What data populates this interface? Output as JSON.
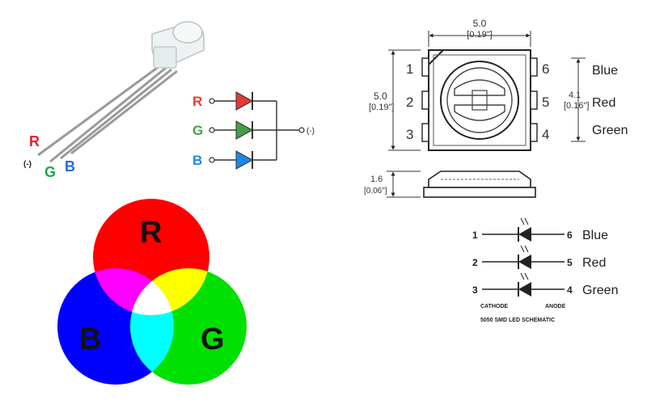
{
  "led_legs": {
    "r": "R",
    "neg": "(-)",
    "g": "G",
    "b": "B",
    "colors": {
      "red": "#e8202a",
      "green": "#1fa84a",
      "blue": "#1f6fd6"
    }
  },
  "diode_schematic": {
    "r": "R",
    "g": "G",
    "b": "B",
    "neg": "(-)",
    "colors": {
      "red": "#e53935",
      "green": "#43a047",
      "blue": "#1e88e5"
    }
  },
  "venn": {
    "r": "R",
    "b": "B",
    "g": "G",
    "colors": {
      "red": "#ff0000",
      "green": "#00e000",
      "blue": "#0000ff",
      "magenta": "#ff00ff",
      "yellow": "#ffff00",
      "cyan": "#00ffff",
      "white": "#ffffff"
    }
  },
  "smd_package": {
    "width_dim": "5.0",
    "width_in": "[0.19\"]",
    "height_dim": "5.0",
    "height_in": "[0.19\"]",
    "pad_dim": "4.1",
    "pad_in": "[0.16\"]",
    "thick_dim": "1.6",
    "thick_in": "[0.06\"]",
    "pins_left": [
      "1",
      "2",
      "3"
    ],
    "pins_right": [
      "6",
      "5",
      "4"
    ],
    "labels": [
      "Blue",
      "Red",
      "Green"
    ]
  },
  "smd_schematic": {
    "rows": [
      {
        "left": "1",
        "right": "6",
        "label": "Blue"
      },
      {
        "left": "2",
        "right": "5",
        "label": "Red"
      },
      {
        "left": "3",
        "right": "4",
        "label": "Green"
      }
    ],
    "cathode": "CATHODE",
    "anode": "ANODE",
    "caption": "5050 SMD LED SCHEMATIC"
  }
}
